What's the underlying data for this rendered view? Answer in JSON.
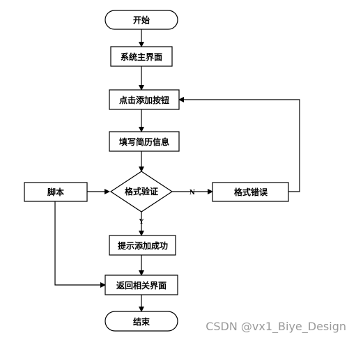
{
  "diagram": {
    "type": "flowchart",
    "nodes": {
      "start": "开始",
      "main": "系统主界面",
      "click_add": "点击添加按钮",
      "fill": "填写简历信息",
      "validate": "格式验证",
      "error": "格式错误",
      "script": "脚本",
      "success": "提示添加成功",
      "return": "返回相关界面",
      "end": "结束"
    },
    "edge_labels": {
      "no": "N",
      "yes": "Y"
    }
  },
  "watermark": "CSDN @vx1_Biye_Design"
}
